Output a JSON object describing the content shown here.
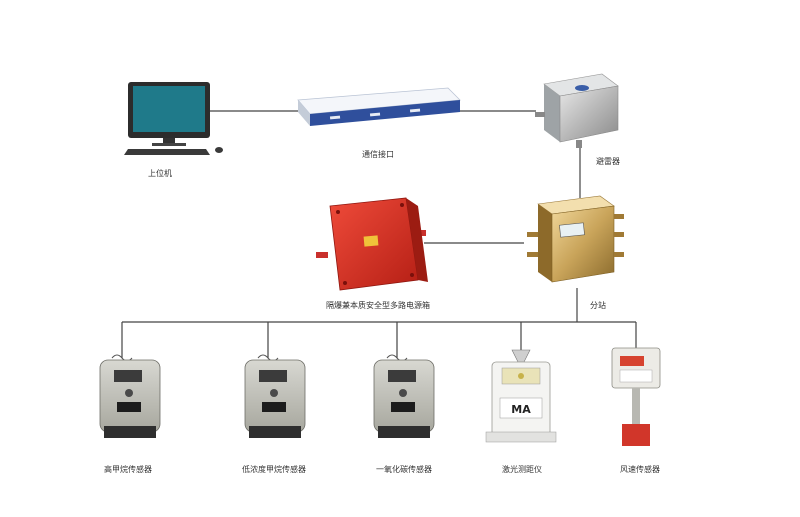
{
  "labels": {
    "host_computer": "上位机",
    "comm_interface": "通信接口",
    "junction_box": "避雷器",
    "power_supply": "隔爆兼本质安全型多路电源箱",
    "substation": "分站",
    "sensor_1": "高甲烷传感器",
    "sensor_2": "低浓度甲烷传感器",
    "sensor_3": "一氧化碳传感器",
    "sensor_4": "激光测距仪",
    "sensor_5": "风速传感器"
  },
  "device_markings": {
    "sensor_4_logo": "MA"
  },
  "colors": {
    "power_box_red": "#d62a1e",
    "monitor_screen": "#1f7a8a",
    "line": "#444444"
  }
}
